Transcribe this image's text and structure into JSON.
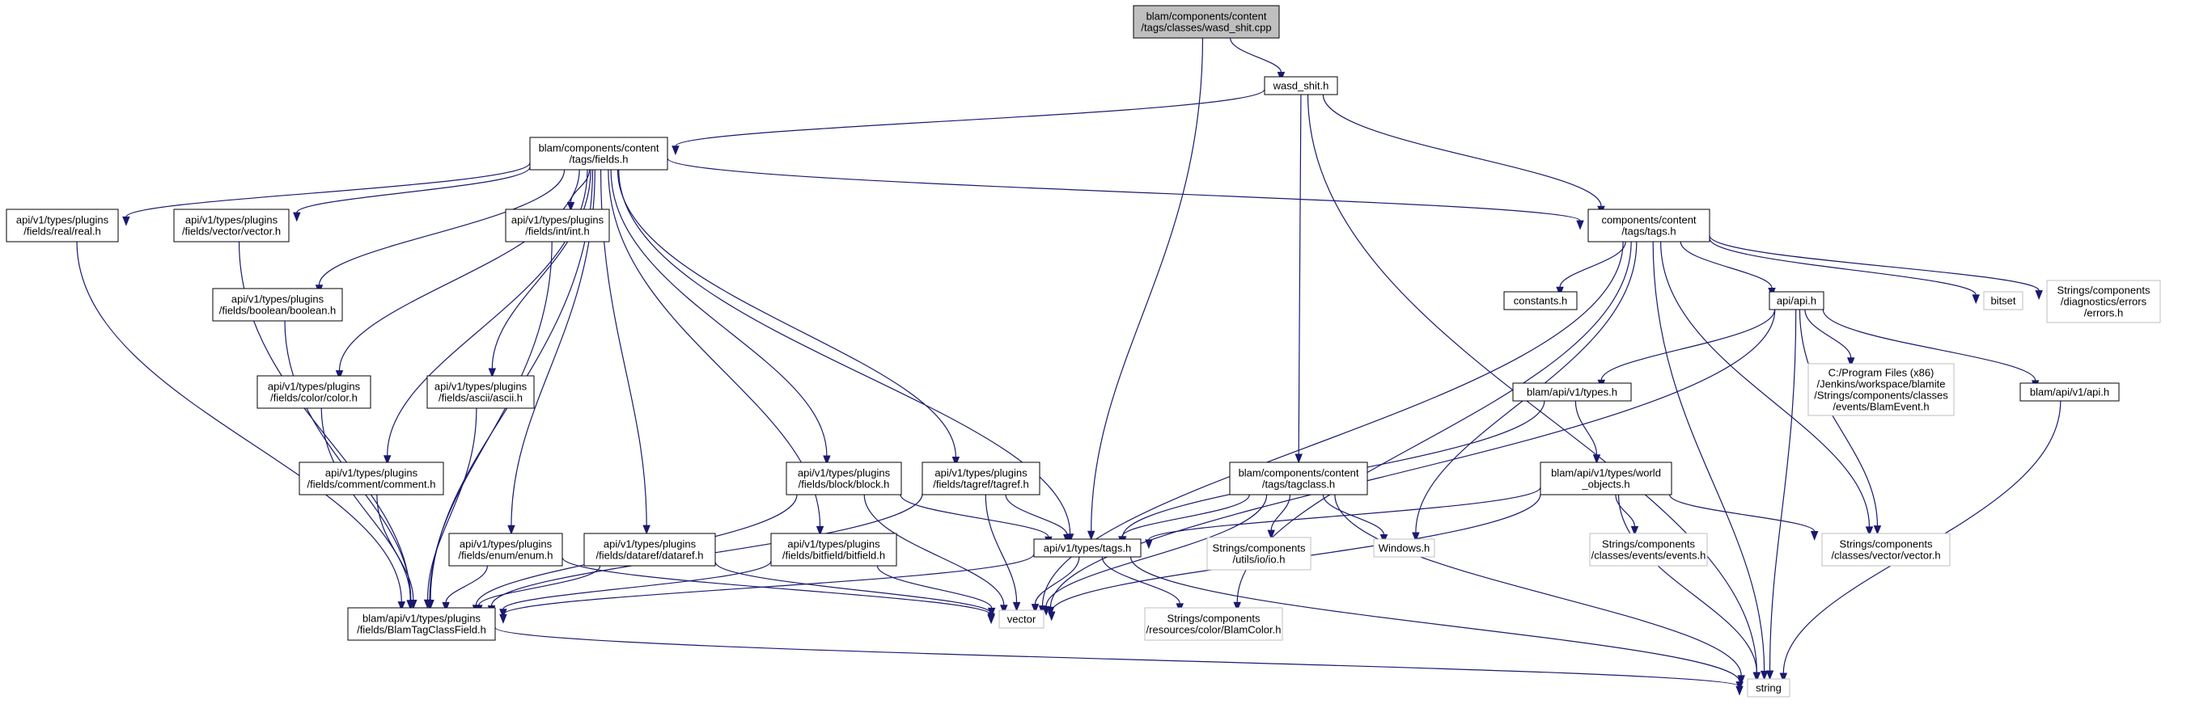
{
  "diagram": {
    "nodes": [
      {
        "id": "wasd_shit_cpp",
        "lines": [
          "blam/components/content",
          "/tags/classes/wasd_shit.cpp"
        ],
        "style": "root"
      },
      {
        "id": "wasd_shit_h",
        "lines": [
          "wasd_shit.h"
        ],
        "style": "normal"
      },
      {
        "id": "tags_fields_h",
        "lines": [
          "blam/components/content",
          "/tags/fields.h"
        ],
        "style": "normal"
      },
      {
        "id": "components_tags_h",
        "lines": [
          "components/content",
          "/tags/tags.h"
        ],
        "style": "normal"
      },
      {
        "id": "real_h",
        "lines": [
          "api/v1/types/plugins",
          "/fields/real/real.h"
        ],
        "style": "normal"
      },
      {
        "id": "vector_h",
        "lines": [
          "api/v1/types/plugins",
          "/fields/vector/vector.h"
        ],
        "style": "normal"
      },
      {
        "id": "int_h",
        "lines": [
          "api/v1/types/plugins",
          "/fields/int/int.h"
        ],
        "style": "normal"
      },
      {
        "id": "boolean_h",
        "lines": [
          "api/v1/types/plugins",
          "/fields/boolean/boolean.h"
        ],
        "style": "normal"
      },
      {
        "id": "color_h",
        "lines": [
          "api/v1/types/plugins",
          "/fields/color/color.h"
        ],
        "style": "normal"
      },
      {
        "id": "ascii_h",
        "lines": [
          "api/v1/types/plugins",
          "/fields/ascii/ascii.h"
        ],
        "style": "normal"
      },
      {
        "id": "comment_h",
        "lines": [
          "api/v1/types/plugins",
          "/fields/comment/comment.h"
        ],
        "style": "normal"
      },
      {
        "id": "enum_h",
        "lines": [
          "api/v1/types/plugins",
          "/fields/enum/enum.h"
        ],
        "style": "normal"
      },
      {
        "id": "dataref_h",
        "lines": [
          "api/v1/types/plugins",
          "/fields/dataref/dataref.h"
        ],
        "style": "normal"
      },
      {
        "id": "block_h",
        "lines": [
          "api/v1/types/plugins",
          "/fields/block/block.h"
        ],
        "style": "normal"
      },
      {
        "id": "tagref_h",
        "lines": [
          "api/v1/types/plugins",
          "/fields/tagref/tagref.h"
        ],
        "style": "normal"
      },
      {
        "id": "bitfield_h",
        "lines": [
          "api/v1/types/plugins",
          "/fields/bitfield/bitfield.h"
        ],
        "style": "normal"
      },
      {
        "id": "blamtagclassfield_h",
        "lines": [
          "blam/api/v1/types/plugins",
          "/fields/BlamTagClassField.h"
        ],
        "style": "normal"
      },
      {
        "id": "api_tags_h",
        "lines": [
          "api/v1/types/tags.h"
        ],
        "style": "normal"
      },
      {
        "id": "vector",
        "lines": [
          "vector"
        ],
        "style": "external"
      },
      {
        "id": "string",
        "lines": [
          "string"
        ],
        "style": "external"
      },
      {
        "id": "tagclass_h",
        "lines": [
          "blam/components/content",
          "/tags/tagclass.h"
        ],
        "style": "normal"
      },
      {
        "id": "io_h",
        "lines": [
          "Strings/components",
          "/utils/io/io.h"
        ],
        "style": "external"
      },
      {
        "id": "windows_h",
        "lines": [
          "Windows.h"
        ],
        "style": "external"
      },
      {
        "id": "blamcolor_h",
        "lines": [
          "Strings/components",
          "/resources/color/BlamColor.h"
        ],
        "style": "external"
      },
      {
        "id": "constants_h",
        "lines": [
          "constants.h"
        ],
        "style": "normal"
      },
      {
        "id": "api_h",
        "lines": [
          "api/api.h"
        ],
        "style": "normal"
      },
      {
        "id": "bitset",
        "lines": [
          "bitset"
        ],
        "style": "external"
      },
      {
        "id": "errors_h",
        "lines": [
          "Strings/components",
          "/diagnostics/errors",
          "/errors.h"
        ],
        "style": "external"
      },
      {
        "id": "blamevent_h",
        "lines": [
          "C:/Program Files (x86)",
          "/Jenkins/workspace/blamite",
          "/Strings/components/classes",
          "/events/BlamEvent.h"
        ],
        "style": "external"
      },
      {
        "id": "blam_types_h",
        "lines": [
          "blam/api/v1/types.h"
        ],
        "style": "normal"
      },
      {
        "id": "blam_api_h",
        "lines": [
          "blam/api/v1/api.h"
        ],
        "style": "normal"
      },
      {
        "id": "world_objects_h",
        "lines": [
          "blam/api/v1/types/world",
          "_objects.h"
        ],
        "style": "normal"
      },
      {
        "id": "events_h",
        "lines": [
          "Strings/components",
          "/classes/events/events.h"
        ],
        "style": "external"
      },
      {
        "id": "vector_class_h",
        "lines": [
          "Strings/components",
          "/classes/vector/vector.h"
        ],
        "style": "external"
      }
    ],
    "edges": [
      [
        "wasd_shit_cpp",
        "wasd_shit_h"
      ],
      [
        "wasd_shit_cpp",
        "api_tags_h"
      ],
      [
        "wasd_shit_h",
        "tags_fields_h"
      ],
      [
        "wasd_shit_h",
        "components_tags_h"
      ],
      [
        "wasd_shit_h",
        "tagclass_h"
      ],
      [
        "wasd_shit_h",
        "string"
      ],
      [
        "tags_fields_h",
        "real_h"
      ],
      [
        "tags_fields_h",
        "vector_h"
      ],
      [
        "tags_fields_h",
        "int_h"
      ],
      [
        "tags_fields_h",
        "boolean_h"
      ],
      [
        "tags_fields_h",
        "color_h"
      ],
      [
        "tags_fields_h",
        "ascii_h"
      ],
      [
        "tags_fields_h",
        "comment_h"
      ],
      [
        "tags_fields_h",
        "enum_h"
      ],
      [
        "tags_fields_h",
        "dataref_h"
      ],
      [
        "tags_fields_h",
        "block_h"
      ],
      [
        "tags_fields_h",
        "tagref_h"
      ],
      [
        "tags_fields_h",
        "bitfield_h"
      ],
      [
        "tags_fields_h",
        "blamtagclassfield_h"
      ],
      [
        "tags_fields_h",
        "api_tags_h"
      ],
      [
        "tags_fields_h",
        "components_tags_h"
      ],
      [
        "real_h",
        "blamtagclassfield_h"
      ],
      [
        "vector_h",
        "blamtagclassfield_h"
      ],
      [
        "int_h",
        "blamtagclassfield_h"
      ],
      [
        "boolean_h",
        "blamtagclassfield_h"
      ],
      [
        "color_h",
        "blamtagclassfield_h"
      ],
      [
        "ascii_h",
        "blamtagclassfield_h"
      ],
      [
        "comment_h",
        "blamtagclassfield_h"
      ],
      [
        "enum_h",
        "blamtagclassfield_h"
      ],
      [
        "enum_h",
        "vector"
      ],
      [
        "dataref_h",
        "blamtagclassfield_h"
      ],
      [
        "dataref_h",
        "vector"
      ],
      [
        "block_h",
        "blamtagclassfield_h"
      ],
      [
        "block_h",
        "api_tags_h"
      ],
      [
        "block_h",
        "vector"
      ],
      [
        "tagref_h",
        "blamtagclassfield_h"
      ],
      [
        "tagref_h",
        "api_tags_h"
      ],
      [
        "tagref_h",
        "vector"
      ],
      [
        "bitfield_h",
        "blamtagclassfield_h"
      ],
      [
        "bitfield_h",
        "vector"
      ],
      [
        "blamtagclassfield_h",
        "string"
      ],
      [
        "api_tags_h",
        "blamtagclassfield_h"
      ],
      [
        "api_tags_h",
        "vector"
      ],
      [
        "api_tags_h",
        "string"
      ],
      [
        "api_tags_h",
        "blamcolor_h"
      ],
      [
        "tagclass_h",
        "api_tags_h"
      ],
      [
        "tagclass_h",
        "io_h"
      ],
      [
        "tagclass_h",
        "windows_h"
      ],
      [
        "tagclass_h",
        "vector"
      ],
      [
        "tagclass_h",
        "string"
      ],
      [
        "components_tags_h",
        "constants_h"
      ],
      [
        "components_tags_h",
        "api_h"
      ],
      [
        "components_tags_h",
        "bitset"
      ],
      [
        "components_tags_h",
        "errors_h"
      ],
      [
        "components_tags_h",
        "windows_h"
      ],
      [
        "components_tags_h",
        "vector"
      ],
      [
        "components_tags_h",
        "string"
      ],
      [
        "components_tags_h",
        "vector_class_h"
      ],
      [
        "components_tags_h",
        "blamcolor_h"
      ],
      [
        "api_h",
        "blam_types_h"
      ],
      [
        "api_h",
        "blamevent_h"
      ],
      [
        "api_h",
        "blam_api_h"
      ],
      [
        "api_h",
        "vector_class_h"
      ],
      [
        "api_h",
        "vector"
      ],
      [
        "api_h",
        "string"
      ],
      [
        "blam_types_h",
        "world_objects_h"
      ],
      [
        "blam_types_h",
        "api_tags_h"
      ],
      [
        "world_objects_h",
        "api_tags_h"
      ],
      [
        "world_objects_h",
        "events_h"
      ],
      [
        "world_objects_h",
        "vector_class_h"
      ],
      [
        "world_objects_h",
        "vector"
      ],
      [
        "world_objects_h",
        "string"
      ],
      [
        "blam_api_h",
        "string"
      ]
    ]
  }
}
